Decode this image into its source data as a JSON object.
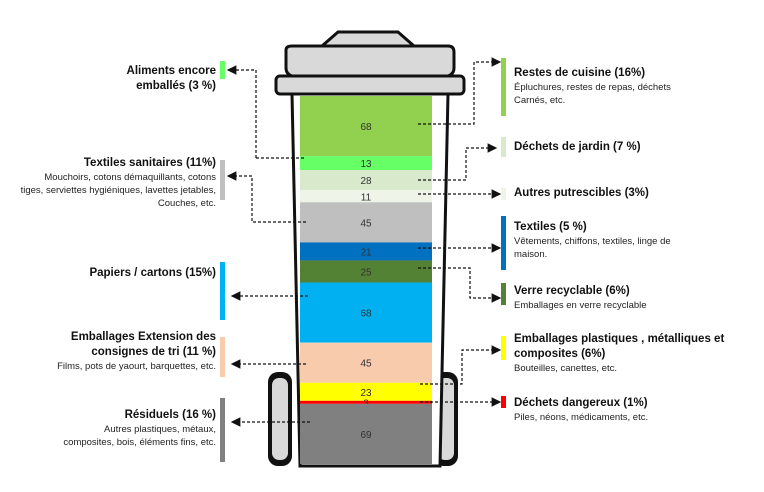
{
  "segments": [
    {
      "value": 68,
      "color": "#92d050",
      "h": 60
    },
    {
      "value": 13,
      "color": "#66ff66",
      "h": 14
    },
    {
      "value": 28,
      "color": "#d8e9cc",
      "h": 20
    },
    {
      "value": 11,
      "color": "#eef5e8",
      "h": 12
    },
    {
      "value": 45,
      "color": "#bfbfbf",
      "h": 40
    },
    {
      "value": 21,
      "color": "#0070c0",
      "h": 18
    },
    {
      "value": 25,
      "color": "#548235",
      "h": 22
    },
    {
      "value": 68,
      "color": "#00b0f0",
      "h": 60
    },
    {
      "value": 45,
      "color": "#f8cbad",
      "h": 40
    },
    {
      "value": 23,
      "color": "#ffff00",
      "h": 18
    },
    {
      "value": 3,
      "color": "#ff0000",
      "h": 3
    },
    {
      "value": 69,
      "color": "#808080",
      "h": 60
    }
  ],
  "labels": {
    "aliments": {
      "title": "Aliments encore emballés (3 %)",
      "color": "#66ff66"
    },
    "textiles_sanitaires": {
      "title": "Textiles sanitaires (11%)",
      "desc": "Mouchoirs, cotons démaquillants, cotons tiges, serviettes hygiéniques, lavettes jetables, Couches, etc.",
      "color": "#bfbfbf"
    },
    "papiers": {
      "title": "Papiers / cartons  (15%)",
      "color": "#00b0f0"
    },
    "emballages_ext": {
      "title": "Emballages Extension  des consignes de tri (11 %)",
      "desc": "Films, pots de yaourt, barquettes, etc.",
      "color": "#f8cbad"
    },
    "residuels": {
      "title": "Résiduels (16 %)",
      "desc": "Autres plastiques, métaux, composites, bois, éléments fins, etc.",
      "color": "#808080"
    },
    "restes": {
      "title": "Restes de cuisine  (16%)",
      "desc": "Épluchures, restes de repas, déchets Carnés, etc.",
      "color": "#92d050"
    },
    "jardin": {
      "title": "Déchets de jardin (7 %)",
      "color": "#d8e9cc"
    },
    "putrescibles": {
      "title": "Autres putrescibles  (3%)",
      "color": "#eef5e8"
    },
    "textiles": {
      "title": "Textiles  (5 %)",
      "desc": "Vêtements, chiffons, textiles, linge de maison.",
      "color": "#0070c0"
    },
    "verre": {
      "title": "Verre recyclable  (6%)",
      "desc": "Emballages en verre recyclable",
      "color": "#548235"
    },
    "plastiques": {
      "title": "Emballages plastiques , métalliques et composites  (6%)",
      "desc": "Bouteilles, canettes, etc.",
      "color": "#ffff00"
    },
    "dangereux": {
      "title": "Déchets dangereux    (1%)",
      "desc": "Piles, néons, médicaments, etc.",
      "color": "#ff0000"
    }
  }
}
